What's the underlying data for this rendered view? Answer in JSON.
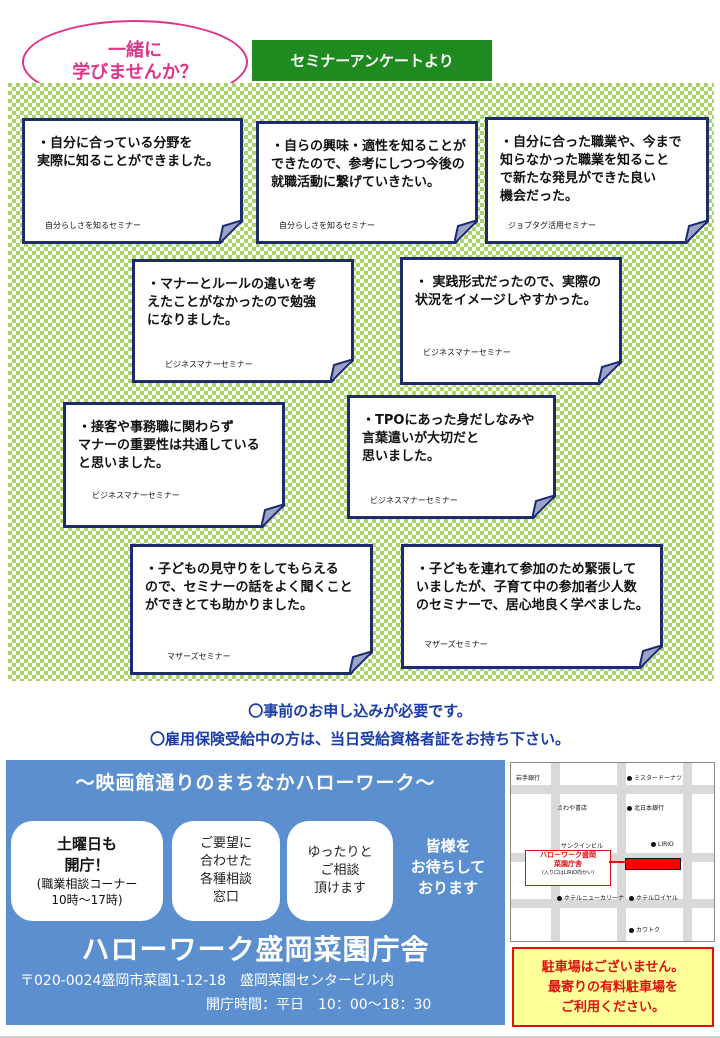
{
  "header": {
    "bubble_line1": "一緒に",
    "bubble_line2": "学びませんか？",
    "title": "セミナーアンケートより"
  },
  "notes": [
    {
      "text": "・自分に合っている分野を\n実際に知ることができました。",
      "source": "自分らしさを知るセミナー"
    },
    {
      "text": "・自らの興味・適性を知ることが\nできたので、参考にしつつ今後の\n就職活動に繋げていきたい。",
      "source": "自分らしさを知るセミナー"
    },
    {
      "text": "・自分に合った職業や、今まで\n知らなかった職業を知ること\nで新たな発見ができた良い\n機会だった。",
      "source": "ジョブタグ活用セミナー"
    },
    {
      "text": "・マナーとルールの違いを考\nえたことがなかったので勉強\nになりました。",
      "source": "ビジネスマナーセミナー"
    },
    {
      "text": "・ 実践形式だったので、実際の\n状況をイメージしやすかった。",
      "source": "ビジネスマナーセミナー"
    },
    {
      "text": "・接客や事務職に関わらず\nマナーの重要性は共通している\nと思いました。",
      "source": "ビジネスマナーセミナー"
    },
    {
      "text": "・TPOにあった身だしなみや\n言葉遣いが大切だと\n思いました。",
      "source": "ビジネスマナーセミナー"
    },
    {
      "text": "・子どもの見守りをしてもらえる\nので、セミナーの話をよく聞くこと\nができとても助かりました。",
      "source": "マザーズセミナー"
    },
    {
      "text": "・子どもを連れて参加のため緊張して\nいましたが、子育て中の参加者少人数\nのセミナーで、居心地良く学べました。",
      "source": "マザーズセミナー"
    }
  ],
  "notices": {
    "line1": "〇事前のお申し込みが必要です。",
    "line2": "〇雇用保険受給中の方は、当日受給資格者証をお持ち下さい。"
  },
  "info": {
    "heading": "～映画館通りのまちなかハローワーク～",
    "pill1_big": "土曜日も\n開庁！",
    "pill1_small": "(職業相談コーナー\n10時～17時)",
    "pill2": "ご要望に\n合わせた\n各種相談\n窓口",
    "pill3": "ゆったりと\nご相談\n頂けます",
    "welcome": "皆様を\nお待ちして\nおります",
    "office_name": "ハローワーク盛岡菜園庁舎",
    "address": "〒020-0024盛岡市菜園1-12-18　盛岡菜園センタービル内",
    "hours": "開庁時間：平日　10：00～18：30"
  },
  "map": {
    "labels": [
      "岩手銀行",
      "ミスタードーナツ",
      "さわや書店",
      "北日本銀行",
      "サンクインビル",
      "LIRIO",
      "ホテルニューカリーナ",
      "ホテルロイヤル",
      "カワトク"
    ],
    "callout": "ハローワーク盛岡\n菜園庁舎",
    "callout_sub": "(入り口はLIRIO向かい)"
  },
  "parking": {
    "text": "駐車場はございません。\n最寄りの有料駐車場を\nご利用ください。"
  },
  "colors": {
    "accent_green": "#1f8a1f",
    "bubble_pink": "#e0348a",
    "panel_blue": "#5b8fd0",
    "note_border": "#1b2b6b",
    "notice_blue": "#1a3ca8",
    "parking_red": "#e01010"
  }
}
